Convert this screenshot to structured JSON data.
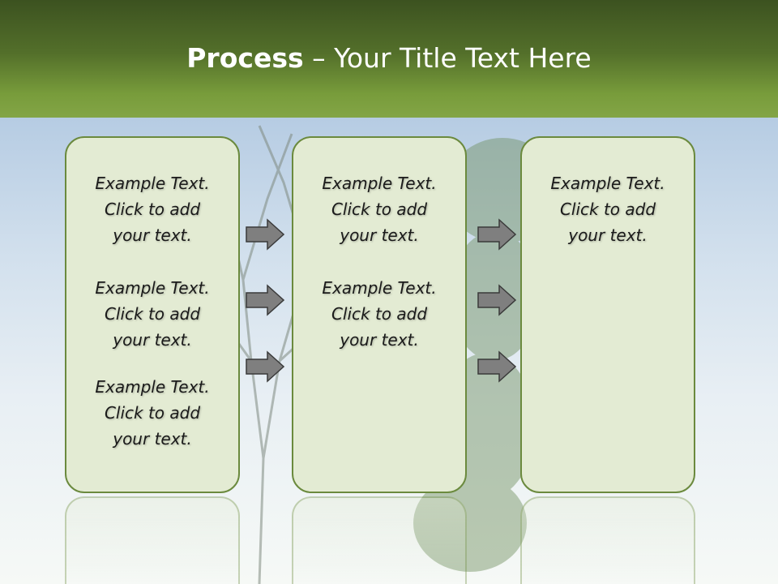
{
  "slide": {
    "title_bold": "Process",
    "title_rest": " – Your Title Text Here"
  },
  "columns": [
    {
      "blocks": [
        [
          "Example Text.",
          "Click  to add",
          "your text."
        ],
        [
          "Example Text.",
          "Click  to add",
          "your text."
        ],
        [
          "Example Text.",
          "Click  to add",
          "your text."
        ]
      ]
    },
    {
      "blocks": [
        [
          "Example Text.",
          "Click  to add",
          "your text."
        ],
        [
          "Example Text.",
          "Click  to add",
          "your text."
        ]
      ]
    },
    {
      "blocks": [
        [
          "Example Text.",
          "Click  to add",
          "your text."
        ]
      ]
    }
  ],
  "colors": {
    "header_dark": "#3c5220",
    "header_light": "#83a546",
    "panel_fill": "#e3ebd3",
    "panel_border": "#6b8a3e",
    "arrow_fill": "#7f7f7f"
  },
  "icons": [
    "right-arrow-icon"
  ]
}
